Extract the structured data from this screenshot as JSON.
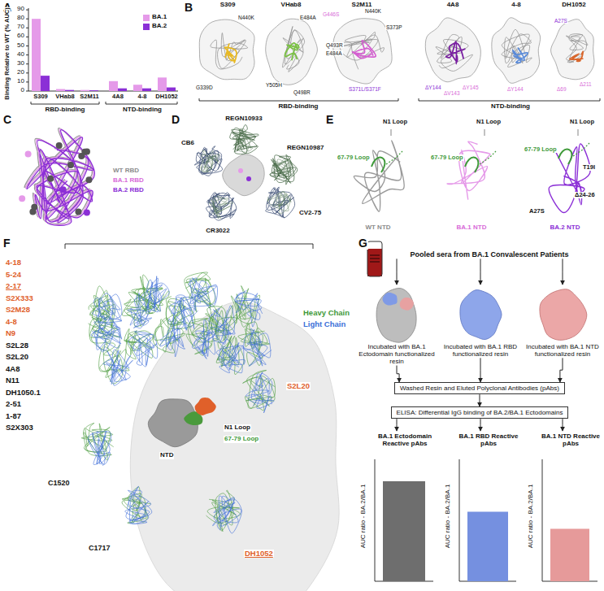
{
  "diagram": {
    "nodes": [
      {
        "text": [
          "Pooled sera from BA.1 Convalescent Patients"
        ]
      },
      {
        "text": [
          "Incubated with BA.1 Ectodomain functionalized resin"
        ]
      },
      {
        "text": [
          "Incubated with BA.1 RBD functionalized resin"
        ]
      },
      {
        "text": [
          "Incubated with BA.1 NTD functionalized resin"
        ]
      },
      {
        "text": [
          "Washed Resin and Eluted Polyclonal Antibodies (pAbs)"
        ]
      },
      {
        "text": [
          "ELISA: Differential IgG binding of BA.2/BA.1 Ectodomains"
        ]
      },
      {
        "text": [
          "BA.1 Ectodomain Reactive pAbs",
          "AUC ratio - BA.2/BA.1"
        ]
      },
      {
        "text": [
          "BA.1 RBD Reactive pAbs",
          "AUC ratio - BA.2/BA.1"
        ]
      },
      {
        "text": [
          "BA.1 NTD Reactive pAbs",
          "AUC ratio - BA.2/BA.1"
        ]
      }
    ],
    "edges": [
      {
        "from": 0,
        "to": 1,
        "arrow": "to"
      },
      {
        "from": 0,
        "to": 2,
        "arrow": "to"
      },
      {
        "from": 0,
        "to": 3,
        "arrow": "to"
      },
      {
        "from": 1,
        "to": 4,
        "arrow": "to"
      },
      {
        "from": 2,
        "to": 4,
        "arrow": "to"
      },
      {
        "from": 3,
        "to": 4,
        "arrow": "to"
      },
      {
        "from": 4,
        "to": 5,
        "arrow": "to"
      },
      {
        "from": 5,
        "to": 6,
        "arrow": "to"
      },
      {
        "from": 5,
        "to": 7,
        "arrow": "to"
      },
      {
        "from": 5,
        "to": 8,
        "arrow": "to"
      }
    ],
    "labels": [
      "A",
      "Binding Relative to WT (% AUC)",
      "90",
      "80",
      "70",
      "60",
      "50",
      "40",
      "30",
      "20",
      "10",
      "0",
      "S309",
      "VHab8",
      "S2M11",
      "4A8",
      "4-8",
      "DH1052",
      "RBD-binding",
      "NTD-binding",
      "B",
      "S309",
      "VHab8",
      "S2M11",
      "4A8",
      "4-8",
      "DH1052",
      "N440K",
      "G339D",
      "E484A",
      "Y505H",
      "Q498R",
      "G446S",
      "N440K",
      "S373P",
      "Q493R",
      "E484A",
      "S371L/S371F",
      "ΔY144",
      "ΔV143",
      "ΔY145",
      "ΔY144",
      "A27S",
      "Δ69",
      "Δ211",
      "RBD-binding",
      "NTD-binding",
      "C",
      "WT RBD",
      "BA.1 RBD",
      "BA.2 RBD",
      "D",
      "REGN10933",
      "CB6",
      "REGN10987",
      "CV2-75",
      "CR3022",
      "E",
      "N1 Loop",
      "67-79 Loop",
      "WT NTD",
      "N1 Loop",
      "67-79 Loop",
      "BA.1 NTD",
      "N1 Loop",
      "67-79 Loop",
      "T19I",
      "Δ24-26",
      "A27S",
      "BA.2 NTD",
      "F",
      "4-18",
      "5-24",
      "2-17",
      "S2X333",
      "S2M28",
      "4-8",
      "N9",
      "S2L28",
      "S2L20",
      "4A8",
      "N11",
      "DH1050.1",
      "2-51",
      "1-87",
      "S2X303",
      "Heavy Chain",
      "Light Chain",
      "S2L20",
      "N1 Loop",
      "67-79 Loop",
      "NTD",
      "C1520",
      "C1717",
      "DH1052",
      "G"
    ],
    "legend": [
      {
        "text": "BA.1",
        "color": "#e59ae9"
      },
      {
        "text": "BA.2",
        "color": "#8b2fd6"
      }
    ]
  }
}
